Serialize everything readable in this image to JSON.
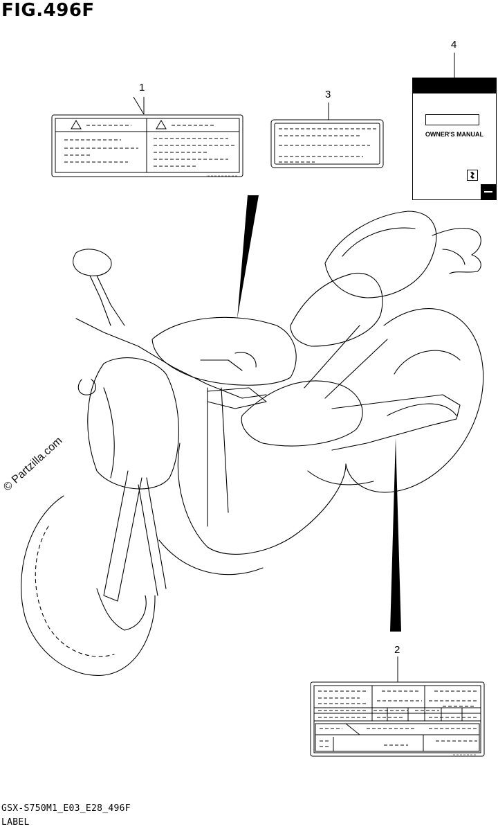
{
  "figure": {
    "title": "FIG.496F"
  },
  "callouts": [
    {
      "number": "1"
    },
    {
      "number": "2"
    },
    {
      "number": "3"
    },
    {
      "number": "4"
    }
  ],
  "manual": {
    "title": "OWNER'S MANUAL"
  },
  "watermark": "© Partzilla.com",
  "footer": {
    "code": "GSX-S750M1_E03_E28_496F",
    "section": "LABEL"
  }
}
